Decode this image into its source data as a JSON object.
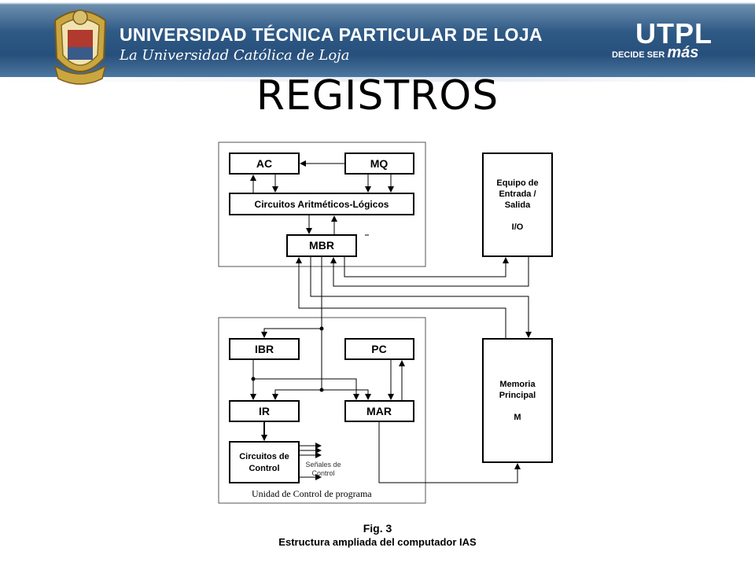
{
  "header": {
    "university_name": "UNIVERSIDAD TÉCNICA PARTICULAR DE LOJA",
    "motto": "La Universidad Católica de Loja",
    "brand": "UTPL",
    "tagline_small": "DECIDE SER",
    "tagline_big": "más"
  },
  "slide": {
    "title": "REGISTROS"
  },
  "diagram": {
    "blocks": {
      "ac": "AC",
      "mq": "MQ",
      "alu": "Circuitos Aritméticos-Lógicos",
      "mbr": "MBR",
      "io": [
        "Equipo de",
        "Entrada /",
        "Salida",
        "",
        "I/O"
      ],
      "ibr": "IBR",
      "pc": "PC",
      "ir": "IR",
      "mar": "MAR",
      "control": [
        "Circuitos de",
        "Control"
      ],
      "memory": [
        "Memoria",
        "Principal",
        "",
        "M"
      ]
    },
    "control_signals": [
      "Señales de",
      "Control"
    ],
    "program_control_unit": "Unidad de  Control de programa"
  },
  "caption": {
    "figure": "Fig. 3",
    "description": "Estructura ampliada del computador IAS"
  }
}
